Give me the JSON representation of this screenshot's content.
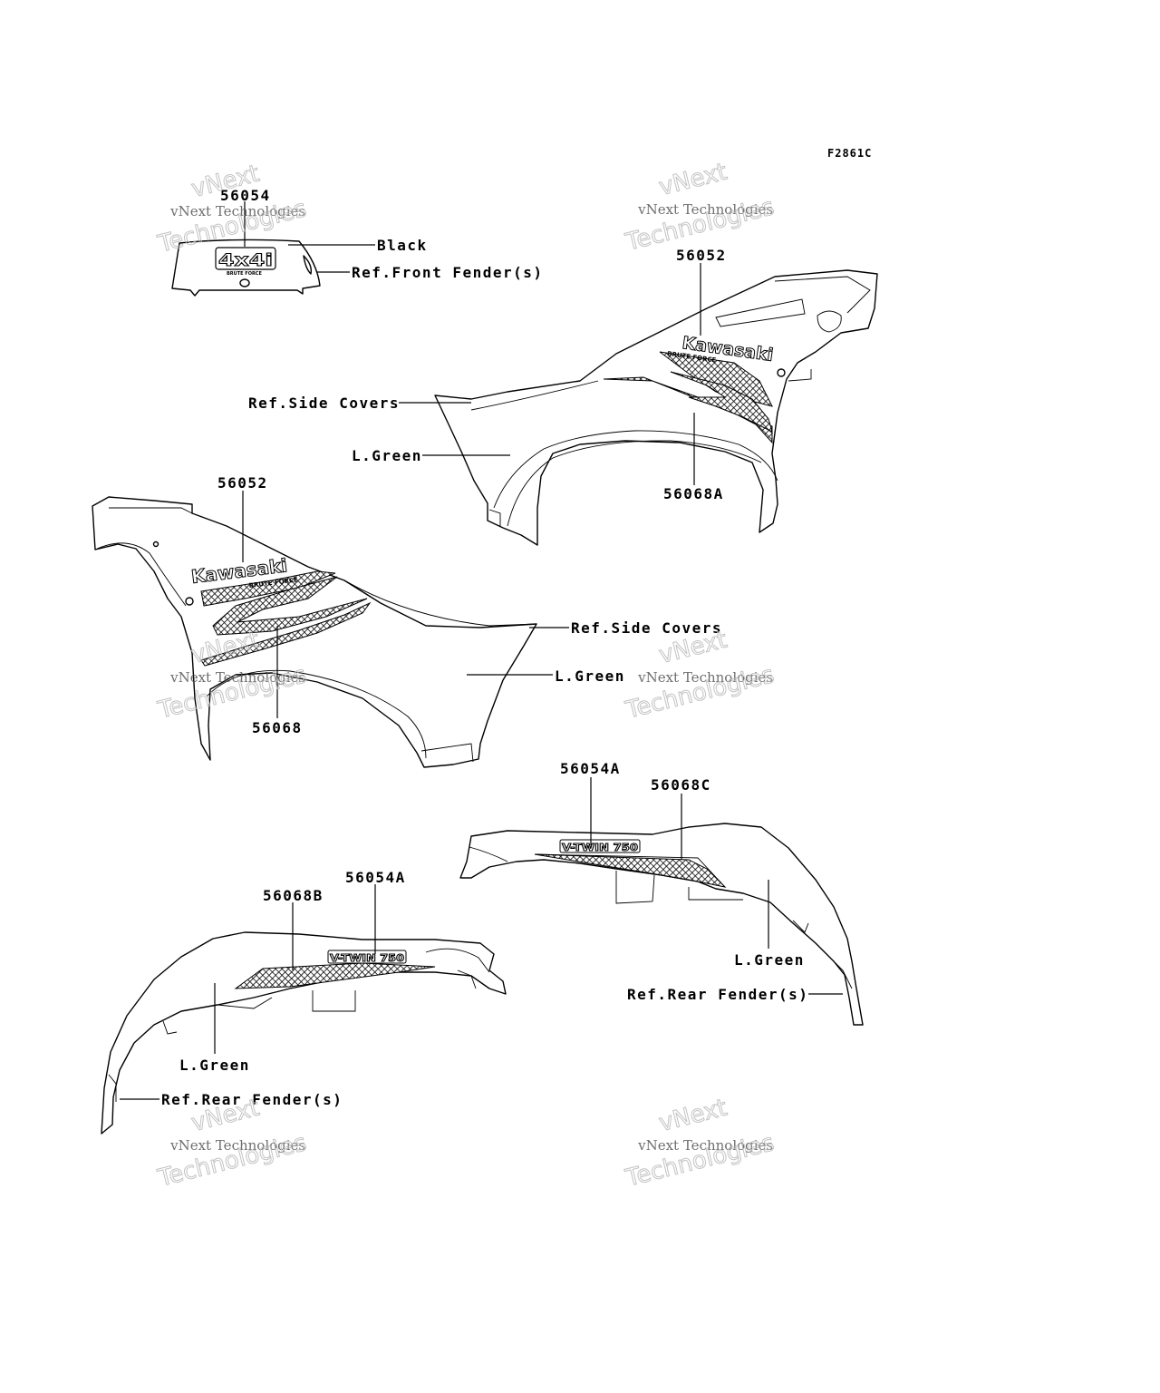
{
  "figure_code": "F2861C",
  "watermark": {
    "line_a": "vNext",
    "line_b": "vNext Technologies",
    "line_c": "Technologies"
  },
  "parts": {
    "front_fender_decal": "56054",
    "front_fender_color": "Black",
    "front_fender_ref": "Ref.Front Fender(s)",
    "right_cover_decal": "56052",
    "right_cover_ref": "Ref.Side Covers",
    "right_cover_color": "L.Green",
    "right_cover_stripe": "56068A",
    "left_cover_decal": "56052",
    "left_cover_ref": "Ref.Side Covers",
    "left_cover_color": "L.Green",
    "left_cover_stripe": "56068",
    "rear_right_decal": "56054A",
    "rear_right_stripe": "56068C",
    "rear_right_color": "L.Green",
    "rear_right_ref": "Ref.Rear Fender(s)",
    "rear_left_decal": "56054A",
    "rear_left_stripe": "56068B",
    "rear_left_color": "L.Green",
    "rear_left_ref": "Ref.Rear Fender(s)"
  },
  "logos": {
    "kawasaki": "Kawasaki",
    "four_by_four": "4x4i",
    "brute_force": "BRUTE FORCE",
    "v_twin": "V-TWIN 750"
  }
}
